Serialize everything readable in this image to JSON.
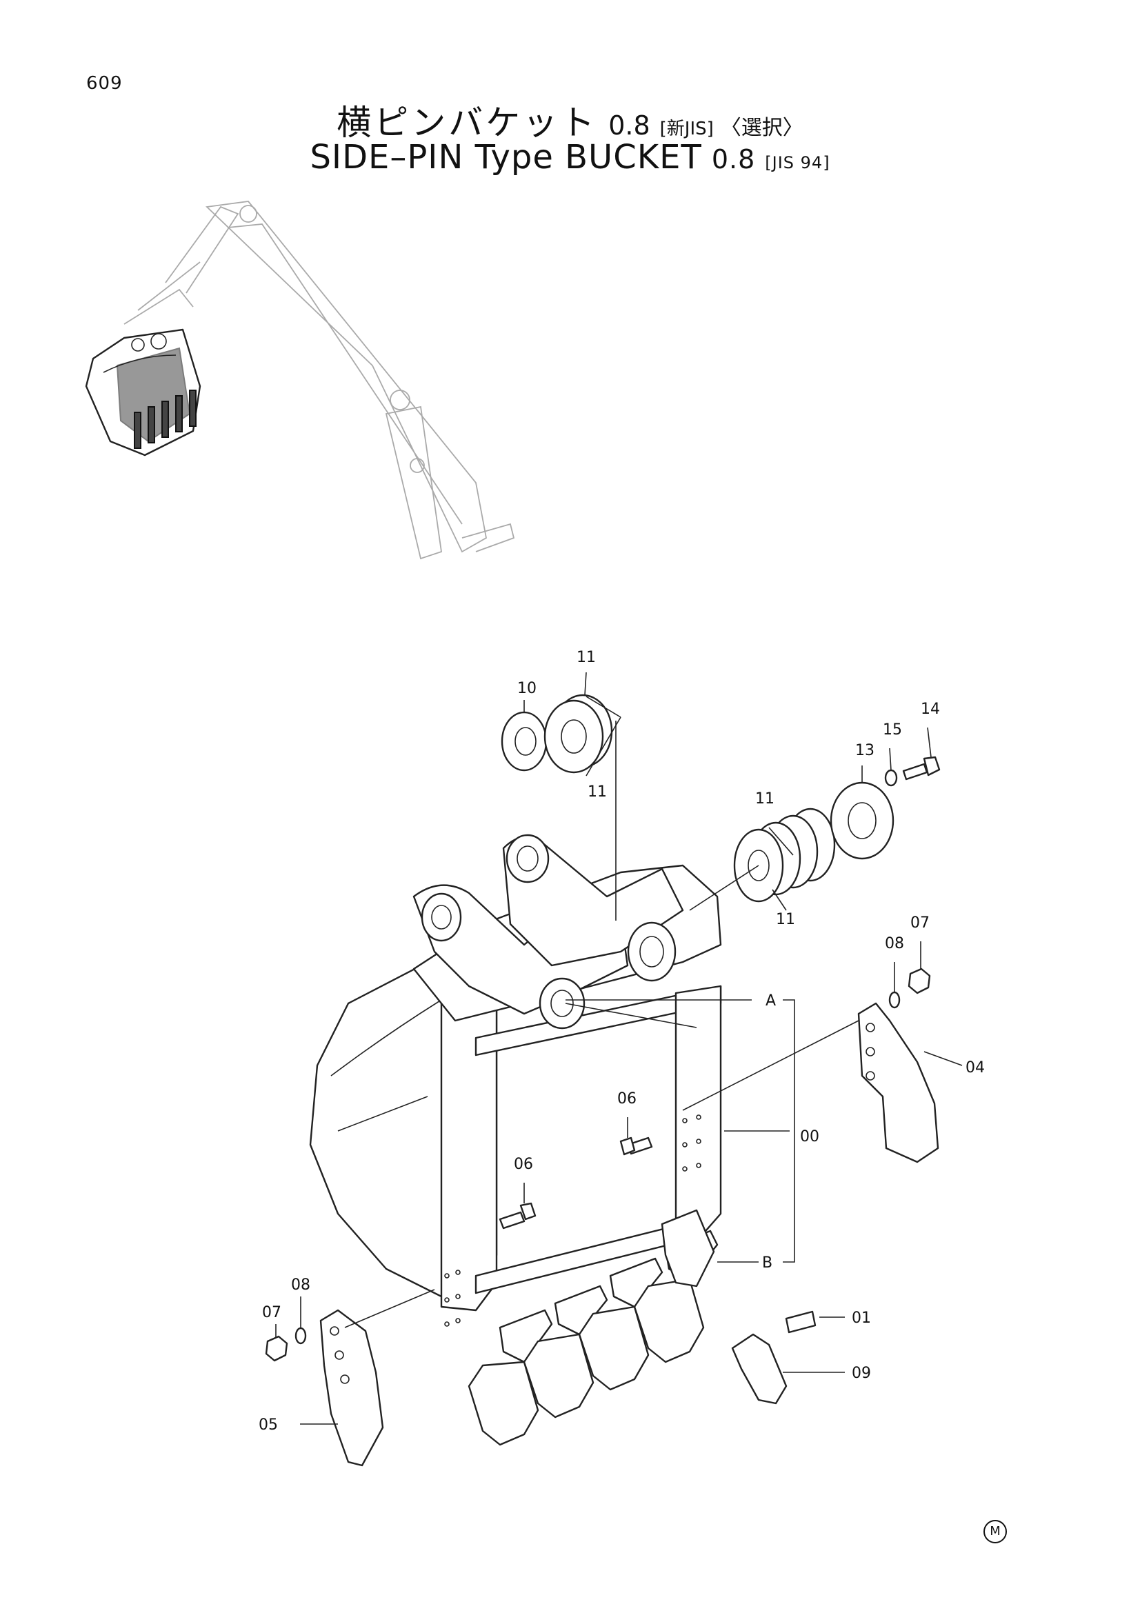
{
  "page_number": "609",
  "title_jp": {
    "main": "横ピンバケット",
    "size": "0.8",
    "standard": "[新JIS]",
    "option": "〈選択〉"
  },
  "title_en": {
    "main": "SIDE–PIN Type BUCKET",
    "size": "0.8",
    "standard": "[JIS 94]"
  },
  "callouts": {
    "p00": "00",
    "p01": "01",
    "p04": "04",
    "p05": "05",
    "p06a": "06",
    "p06b": "06",
    "p07a": "07",
    "p07b": "07",
    "p08a": "08",
    "p08b": "08",
    "p09": "09",
    "p10": "10",
    "p11a": "11",
    "p11b": "11",
    "p11c": "11",
    "p11d": "11",
    "p13": "13",
    "p14": "14",
    "p15": "15",
    "refA": "A",
    "refB": "B"
  },
  "copyright_mark": "M",
  "icons": {
    "copyright_mark": "circled-letter-icon"
  }
}
